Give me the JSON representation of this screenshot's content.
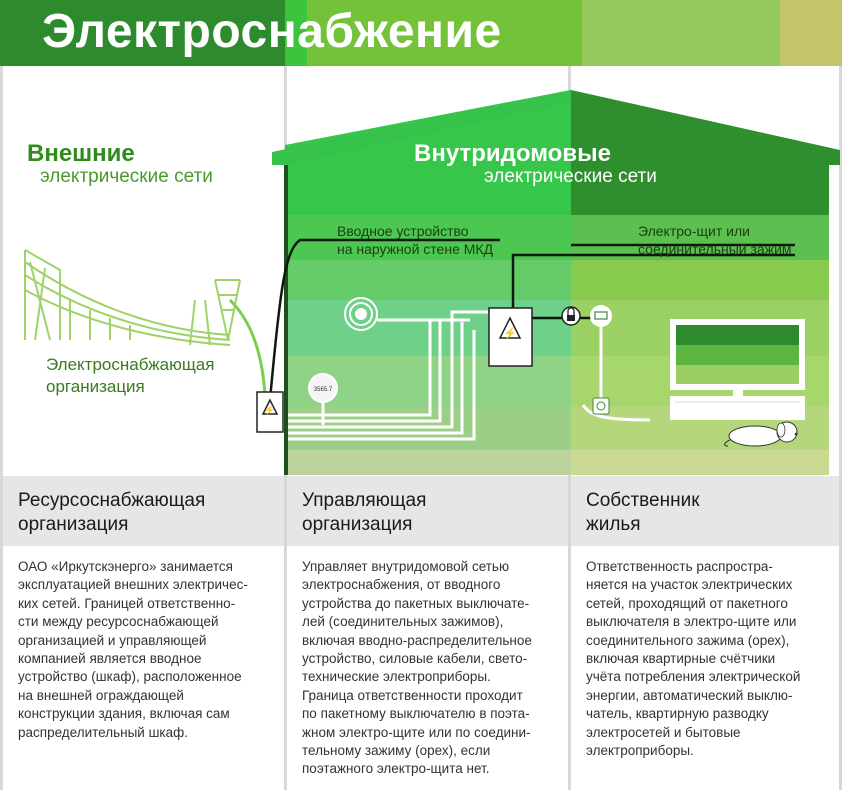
{
  "header": {
    "title": "Электроснабжение"
  },
  "left": {
    "title": "Внешние",
    "subtitle": "электрические сети",
    "org_label": [
      "Электроснабжающая",
      "организация"
    ],
    "heading": [
      "Ресурсоснабжающая",
      "организация"
    ],
    "body": [
      "ОАО «Иркутскэнерго» занимается",
      "эксплуатацией внешних электричес-",
      "ких сетей. Границей ответственно-",
      "сти между ресурсоснабжающей",
      "организацией и управляющей",
      "компанией является вводное",
      "устройство (шкаф), расположенное",
      "на внешней ограждающей",
      "конструкции здания, включая сам",
      "распределительный шкаф."
    ]
  },
  "middle": {
    "title": "Внутридомовые",
    "subtitle": "электрические сети",
    "device_label": [
      "Вводное устройство",
      "на наружной стене МКД"
    ],
    "meter_value": "3565.7",
    "heading": [
      "Управляющая",
      "организация"
    ],
    "body": [
      "Управляет внутридомовой сетью",
      "электроснабжения, от вводного",
      "устройства до пакетных выключате-",
      "лей (соединительных зажимов),",
      "включая вводно-распределительное",
      "устройство, силовые кабели, свето-",
      "технические электроприборы.",
      "Граница ответственности проходит",
      "по пакетному выключателю в поэта-",
      "жном электро-щите или по соедини-",
      "тельному зажиму (орех), если",
      "поэтажного электро-щита нет."
    ]
  },
  "right": {
    "panel_label": [
      "Электро-щит или",
      "соединительный зажим"
    ],
    "heading": [
      "Собственник",
      "жилья"
    ],
    "body": [
      "Ответственность распростра-",
      "няется на участок электрических",
      "сетей, проходящий от пакетного",
      "выключателя в электро-щите или",
      "соединительного зажима (орех),",
      "включая квартирные счётчики",
      "учёта потребления электрической",
      "энергии, автоматический выклю-",
      "чатель, квартирную разводку",
      "электросетей и бытовые",
      "электроприборы."
    ]
  },
  "icons": [
    "high-voltage-icon",
    "meter-icon",
    "lock-icon",
    "socket-icon",
    "dog-icon"
  ],
  "colors": {
    "dark_green": "#2f8a2c",
    "green": "#36c73a",
    "lime": "#8dc63f",
    "olive": "#c8c86a"
  }
}
